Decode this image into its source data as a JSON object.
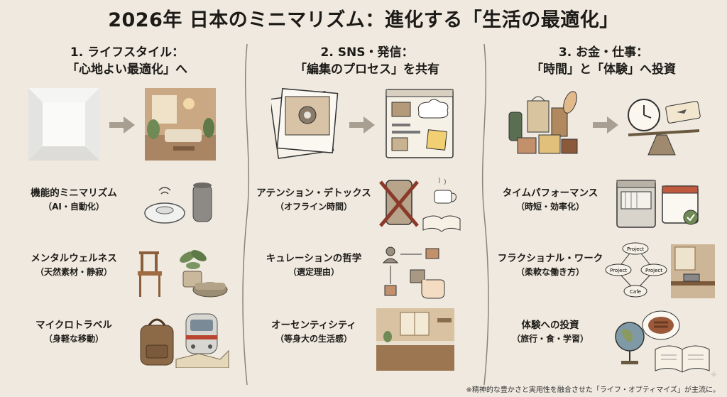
{
  "title": "2026年 日本のミニマリズム：進化する「生活の最適化」",
  "columns": [
    {
      "heading_line1": "1. ライフスタイル：",
      "heading_line2": "「心地よい最適化」へ",
      "items": [
        {
          "label": "機能的ミニマリズム",
          "sub": "（AI・自動化）",
          "icon": "robot-vacuum-smart-speaker"
        },
        {
          "label": "メンタルウェルネス",
          "sub": "（天然素材・静寂）",
          "icon": "chair-plant-cushion"
        },
        {
          "label": "マイクロトラベル",
          "sub": "（身軽な移動）",
          "icon": "backpack-train-map"
        }
      ]
    },
    {
      "heading_line1": "2. SNS・発信：",
      "heading_line2": "「編集のプロセス」を共有",
      "items": [
        {
          "label": "アテンション・デトックス",
          "sub": "（オフライン時間）",
          "icon": "crossed-phone-book-tea"
        },
        {
          "label": "キュレーションの哲学",
          "sub": "（選定理由）",
          "icon": "flow-diagram-hand"
        },
        {
          "label": "オーセンティシティ",
          "sub": "（等身大の生活感）",
          "icon": "kitchen"
        }
      ]
    },
    {
      "heading_line1": "3. お金・仕事：",
      "heading_line2": "「時間」と「体験」へ投資",
      "items": [
        {
          "label": "タイムパフォーマンス",
          "sub": "（時短・効率化）",
          "icon": "dishwasher-calendar"
        },
        {
          "label": "フラクショナル・ワーク",
          "sub": "（柔軟な働き方）",
          "icon": "project-bubbles-desk"
        },
        {
          "label": "体験への投資",
          "sub": "（旅行・食・学習）",
          "icon": "globe-food-book"
        }
      ]
    }
  ],
  "project_bubbles": [
    "Project",
    "Project",
    "Project",
    "Cafe"
  ],
  "footnote": "※精神的な豊かさと実用性を融合させた「ライフ・オプティマイズ」が主流に。"
}
